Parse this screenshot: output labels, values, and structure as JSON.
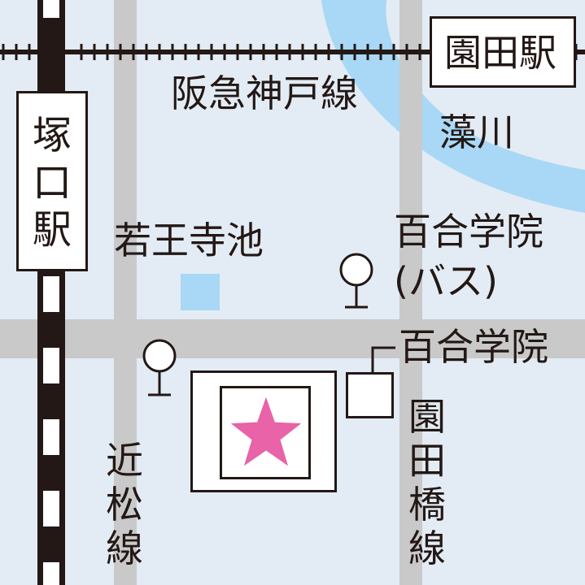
{
  "colors": {
    "background": "#e3ecf4",
    "water": "#a8d8f5",
    "road": "#c9c9ca",
    "rail": "#231815",
    "star": "#e863a8",
    "label": "#231815",
    "box": "#ffffff"
  },
  "stations": {
    "sonoda": "園田駅",
    "tsukaguchi": "塚\n口\n駅"
  },
  "lines": {
    "hankyu_kobe": "阪急神戸線",
    "kintetsu": "近\n松\n線",
    "sonoda_bashi": "園\n田\n橋\n線"
  },
  "water": {
    "river": "藻川",
    "pond": "若王寺池"
  },
  "places": {
    "yuri_gakuin": "百合学院",
    "bus_stop_name": "百合学院",
    "bus_stop_suffix": "(バス)"
  },
  "icons": {
    "bus_stop": "bus-stop-sign-icon",
    "destination": "star-icon"
  }
}
